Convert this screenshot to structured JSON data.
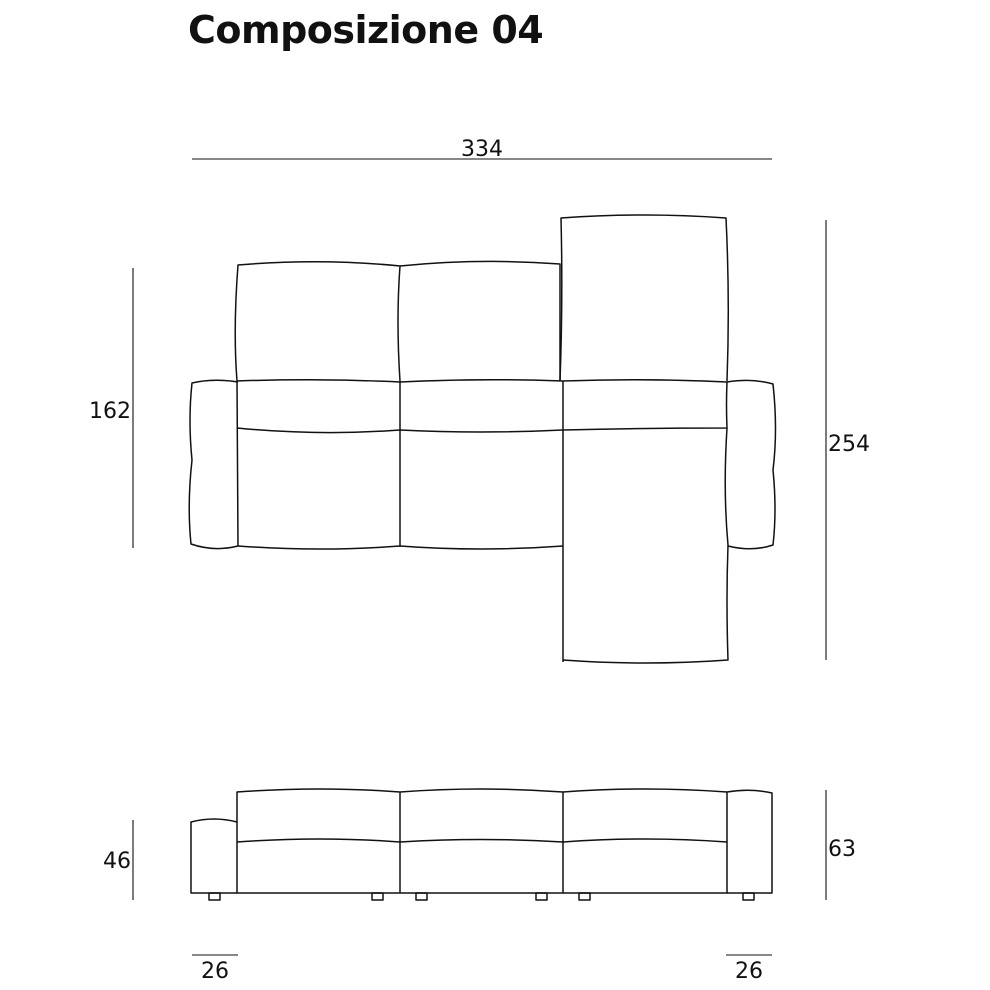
{
  "title": "Composizione 04",
  "dimensions": {
    "total_width": "334",
    "depth_main": "162",
    "depth_chaise": "254",
    "seat_height": "46",
    "back_height": "63",
    "arm_left_width": "26",
    "arm_right_width": "26"
  }
}
